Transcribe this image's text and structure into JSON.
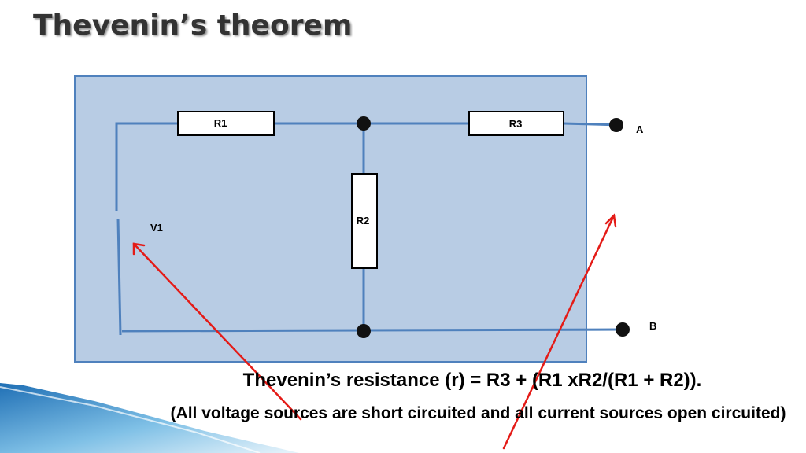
{
  "slide": {
    "title": "Thevenin’s theorem"
  },
  "circuit": {
    "resistors": [
      "R1",
      "R2",
      "R3"
    ],
    "source_label": "V1",
    "terminals": [
      "A",
      "B"
    ]
  },
  "formula": {
    "main": "Thevenin’s resistance (r) = R3 + (R1 xR2/(R1 + R2)).",
    "note": "(All voltage sources are short circuited and all current sources open circuited)"
  },
  "colors": {
    "panel_fill": "#b8cce4",
    "panel_border": "#4f81bd",
    "wire": "#4f81bd",
    "arrow": "#e41b17",
    "node": "#111111",
    "accent_gradient_start": "#1f6fb5",
    "accent_gradient_end": "#e8f4fb"
  }
}
